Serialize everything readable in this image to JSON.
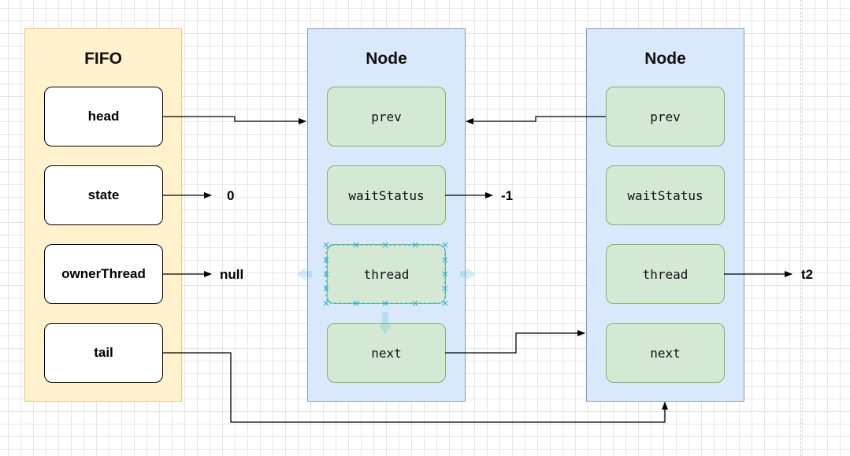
{
  "fifo": {
    "title": "FIFO",
    "fields": [
      "head",
      "state",
      "ownerThread",
      "tail"
    ]
  },
  "nodes": [
    {
      "title": "Node",
      "fields": [
        "prev",
        "waitStatus",
        "thread",
        "next"
      ]
    },
    {
      "title": "Node",
      "fields": [
        "prev",
        "waitStatus",
        "thread",
        "next"
      ]
    }
  ],
  "values": {
    "state": "0",
    "owner_thread": "null",
    "wait_status": "-1",
    "thread": "t2"
  },
  "colors": {
    "fifo_fill": "#fff2cc",
    "fifo_stroke": "#e8c77a",
    "node_fill": "#dae8fc",
    "node_stroke": "#7d9ccb",
    "field_fill": "#d5e8d4",
    "field_stroke": "#82b366",
    "selection": "#29b6d8"
  }
}
